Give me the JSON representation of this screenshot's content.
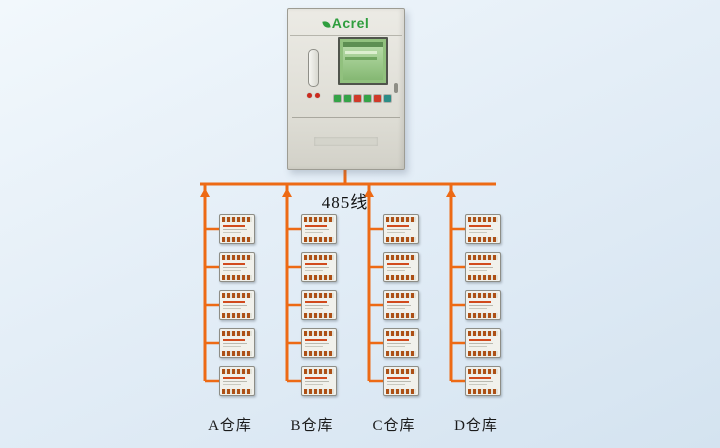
{
  "diagram": {
    "brand": "Acrel",
    "bus_label": "485线",
    "warehouse_labels": [
      "A仓库",
      "B仓库",
      "C仓库",
      "D仓库"
    ],
    "columns": 4,
    "devices_per_column": 5,
    "colors": {
      "bus_accent": "#ed6a15",
      "brand_green": "#2f9e3e",
      "lcd_green": "#8fbf7f",
      "background_blue": "#dde9f3"
    }
  }
}
